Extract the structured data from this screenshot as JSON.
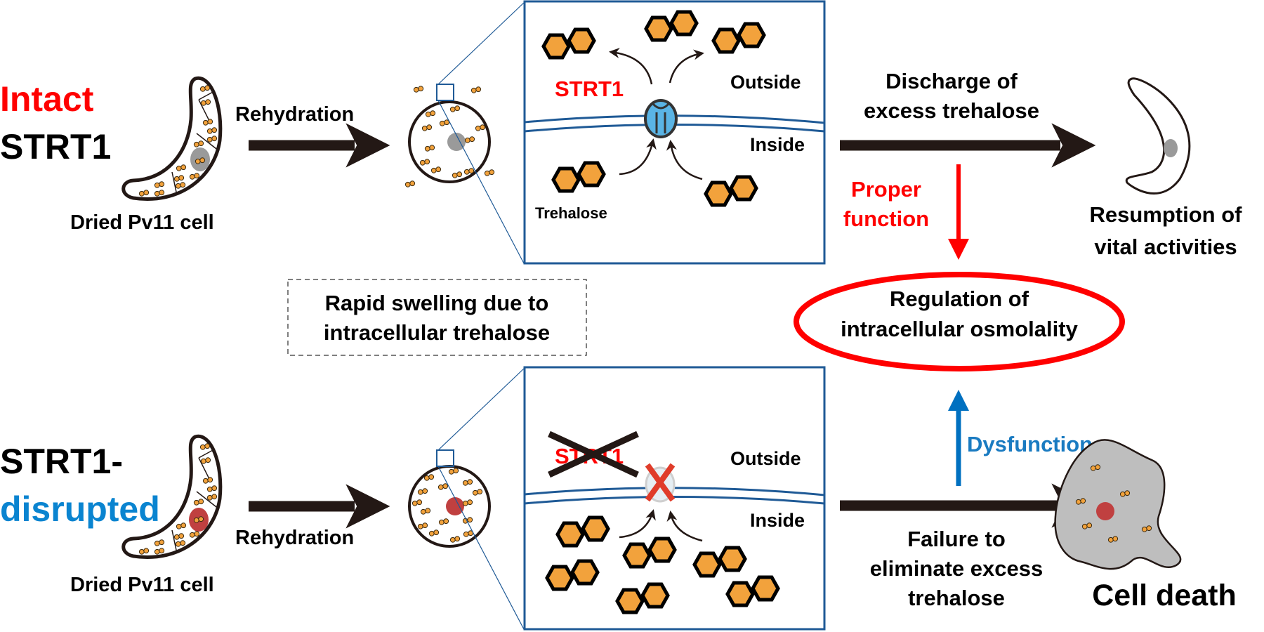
{
  "colors": {
    "red": "#ff0000",
    "blue": "#0070c0",
    "black": "#000000",
    "trehalose_fill": "#f2a23c",
    "panel_border": "#1f5a96",
    "transporter": "#5ab4e5",
    "nucleus_gray": "#9a9a9a",
    "nucleus_red": "#c04040",
    "dead_cell_fill": "#bebebe",
    "x_mark": "#e03c2a"
  },
  "top_row": {
    "condition_line1": "Intact",
    "condition_line2": "STRT1",
    "dried_cell_label": "Dried Pv11 cell",
    "rehydration_label": "Rehydration",
    "panel": {
      "protein_label": "STRT1",
      "outside_label": "Outside",
      "inside_label": "Inside",
      "molecule_label": "Trehalose"
    },
    "outcome_arrow_label_line1": "Discharge of",
    "outcome_arrow_label_line2": "excess trehalose",
    "result_label_line1": "Resumption of",
    "result_label_line2": "vital activities",
    "proper_function_line1": "Proper",
    "proper_function_line2": "function"
  },
  "center": {
    "swelling_note_line1": "Rapid swelling due to",
    "swelling_note_line2": "intracellular trehalose",
    "regulation_line1": "Regulation of",
    "regulation_line2": "intracellular osmolality"
  },
  "bottom_row": {
    "condition_line1": "STRT1-",
    "condition_line2": "disrupted",
    "dried_cell_label": "Dried Pv11 cell",
    "rehydration_label": "Rehydration",
    "panel": {
      "protein_label": "STRT1",
      "outside_label": "Outside",
      "inside_label": "Inside"
    },
    "dysfunction_label": "Dysfunction",
    "outcome_arrow_label_line1": "Failure to",
    "outcome_arrow_label_line2": "eliminate excess",
    "outcome_arrow_label_line3": "trehalose",
    "result_label": "Cell death"
  }
}
